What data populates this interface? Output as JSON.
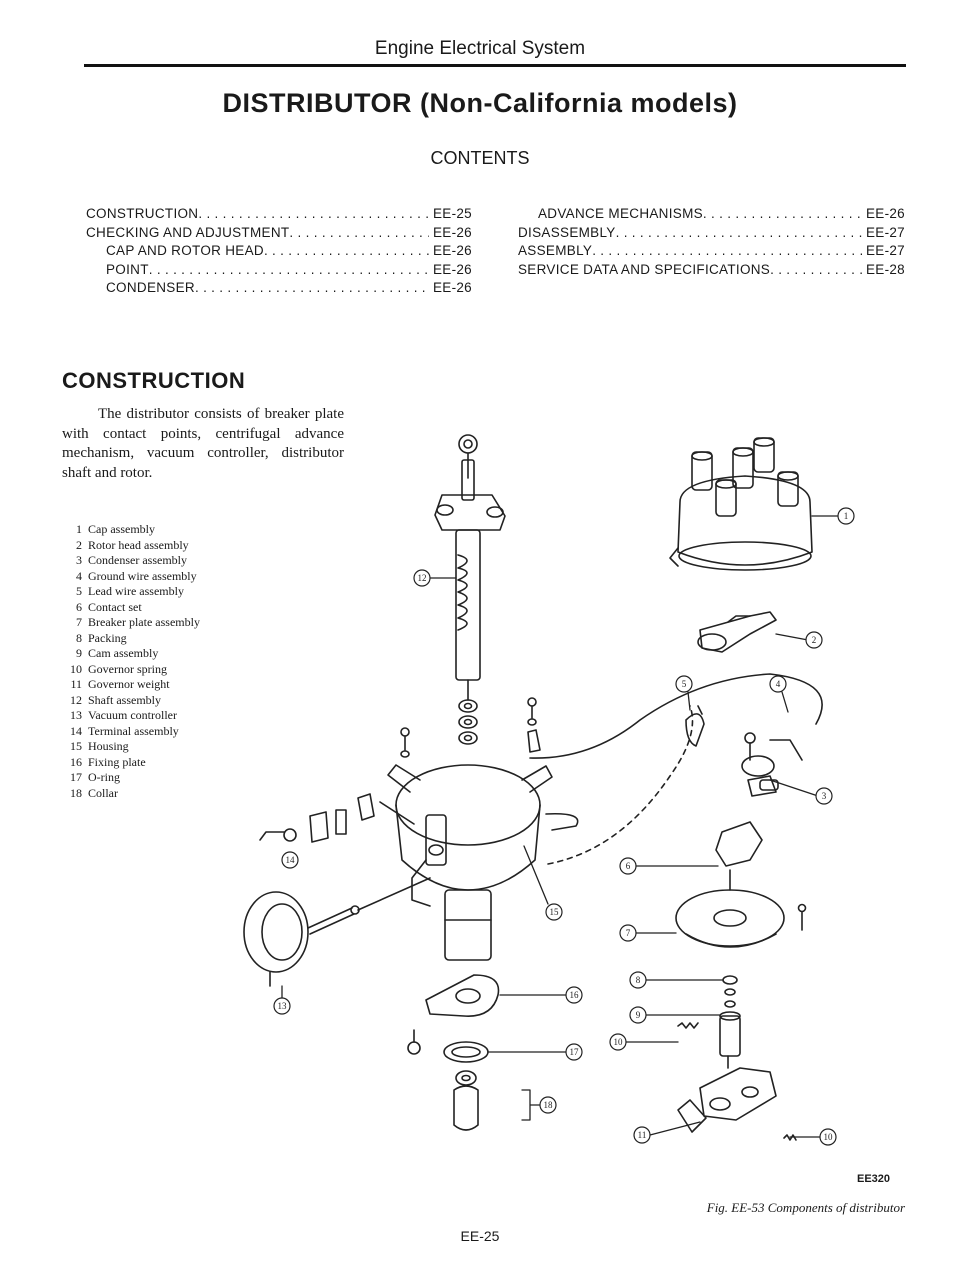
{
  "header": {
    "section_title": "Engine Electrical System"
  },
  "title": "DISTRIBUTOR (Non-California models)",
  "contents": {
    "heading": "CONTENTS",
    "left": [
      {
        "label": "CONSTRUCTION",
        "page": "EE-25",
        "indent": false
      },
      {
        "label": "CHECKING AND ADJUSTMENT",
        "page": "EE-26",
        "indent": false
      },
      {
        "label": "CAP AND ROTOR HEAD",
        "page": "EE-26",
        "indent": true
      },
      {
        "label": "POINT",
        "page": "EE-26",
        "indent": true
      },
      {
        "label": "CONDENSER",
        "page": "EE-26",
        "indent": true
      }
    ],
    "right": [
      {
        "label": "ADVANCE MECHANISMS",
        "page": "EE-26",
        "indent": true
      },
      {
        "label": "DISASSEMBLY",
        "page": "EE-27",
        "indent": false
      },
      {
        "label": "ASSEMBLY",
        "page": "EE-27",
        "indent": false
      },
      {
        "label": "SERVICE DATA AND SPECIFICATIONS",
        "page": "EE-28",
        "indent": false
      }
    ]
  },
  "construction": {
    "heading": "CONSTRUCTION",
    "body": "The distributor consists of breaker plate with contact points, centrifugal advance mechanism, vacuum controller, distributor shaft and rotor."
  },
  "legend": [
    {
      "num": "1",
      "label": "Cap assembly"
    },
    {
      "num": "2",
      "label": "Rotor head assembly"
    },
    {
      "num": "3",
      "label": "Condenser assembly"
    },
    {
      "num": "4",
      "label": "Ground wire assembly"
    },
    {
      "num": "5",
      "label": "Lead wire assembly"
    },
    {
      "num": "6",
      "label": "Contact set"
    },
    {
      "num": "7",
      "label": "Breaker plate assembly"
    },
    {
      "num": "8",
      "label": "Packing"
    },
    {
      "num": "9",
      "label": "Cam assembly"
    },
    {
      "num": "10",
      "label": "Governor spring"
    },
    {
      "num": "11",
      "label": "Governor weight"
    },
    {
      "num": "12",
      "label": "Shaft assembly"
    },
    {
      "num": "13",
      "label": "Vacuum controller"
    },
    {
      "num": "14",
      "label": "Terminal assembly"
    },
    {
      "num": "15",
      "label": "Housing"
    },
    {
      "num": "16",
      "label": "Fixing plate"
    },
    {
      "num": "17",
      "label": "O-ring"
    },
    {
      "num": "18",
      "label": "Collar"
    }
  ],
  "figure": {
    "callouts": [
      "1",
      "2",
      "3",
      "4",
      "5",
      "6",
      "7",
      "8",
      "9",
      "10",
      "11",
      "10",
      "12",
      "13",
      "14",
      "15",
      "16",
      "17",
      "18"
    ],
    "code": "EE320",
    "caption": "Fig. EE-53 Components of distributor"
  },
  "footer": {
    "page": "EE-25"
  }
}
